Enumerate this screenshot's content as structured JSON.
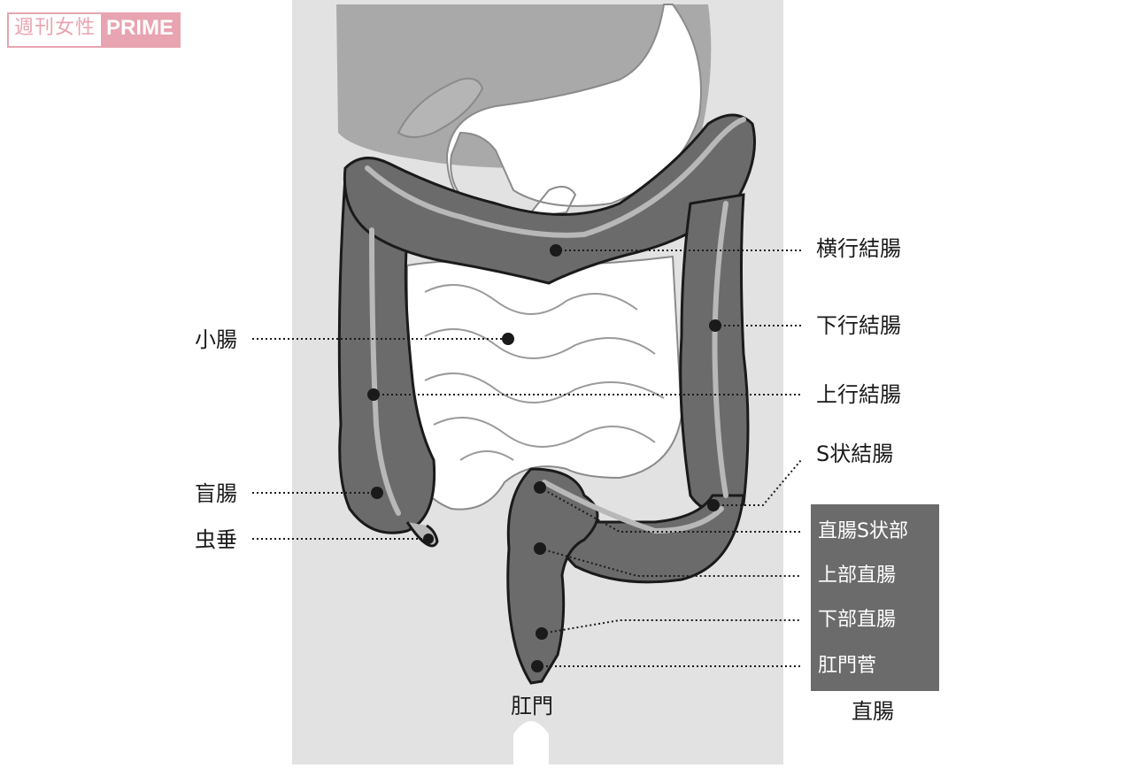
{
  "logo": {
    "text_main": "週刊女性",
    "text_accent": "PRIME"
  },
  "labels": {
    "transverse_colon": "横行結腸",
    "descending_colon": "下行結腸",
    "ascending_colon": "上行結腸",
    "sigmoid_colon": "S状結腸",
    "rectosigmoid": "直腸S状部",
    "upper_rectum": "上部直腸",
    "lower_rectum": "下部直腸",
    "anal_canal": "肛門菅",
    "rectum": "直腸",
    "small_intestine": "小腸",
    "cecum": "盲腸",
    "appendix": "虫垂",
    "anus": "肛門"
  },
  "colors": {
    "body": "#e2e2e2",
    "organ_bg": "#a9a9a9",
    "colon": "#6b6b6b",
    "colon_stripe": "#b8b8b8",
    "outline": "#1a1a1a",
    "label_box": "#6b6b6b",
    "logo": "#e8a4b0"
  }
}
